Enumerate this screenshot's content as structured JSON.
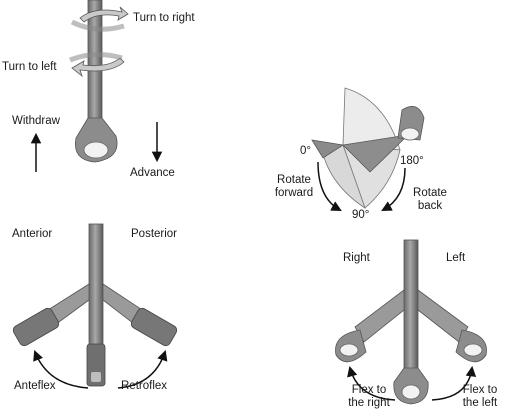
{
  "labels": {
    "turn_right": "Turn to right",
    "turn_left": "Turn to left",
    "withdraw": "Withdraw",
    "advance": "Advance",
    "deg_0": "0°",
    "deg_180": "180°",
    "deg_90": "90°",
    "rotate_forward_1": "Rotate",
    "rotate_forward_2": "forward",
    "rotate_back_1": "Rotate",
    "rotate_back_2": "back",
    "anterior": "Anterior",
    "posterior": "Posterior",
    "anteflex": "Anteflex",
    "retroflex": "Retroflex",
    "right": "Right",
    "left": "Left",
    "flex_right_1": "Flex to",
    "flex_right_2": "the right",
    "flex_left_1": "Flex to",
    "flex_left_2": "the left"
  },
  "colors": {
    "probe_fill": "#8f8f8f",
    "probe_dark": "#5e5e5e",
    "probe_light": "#bdbdbd",
    "arrow_stroke": "#111111",
    "fan_light": "#e2e2e2",
    "fan_dark": "#9a9a9a",
    "text": "#1a1a1a"
  }
}
